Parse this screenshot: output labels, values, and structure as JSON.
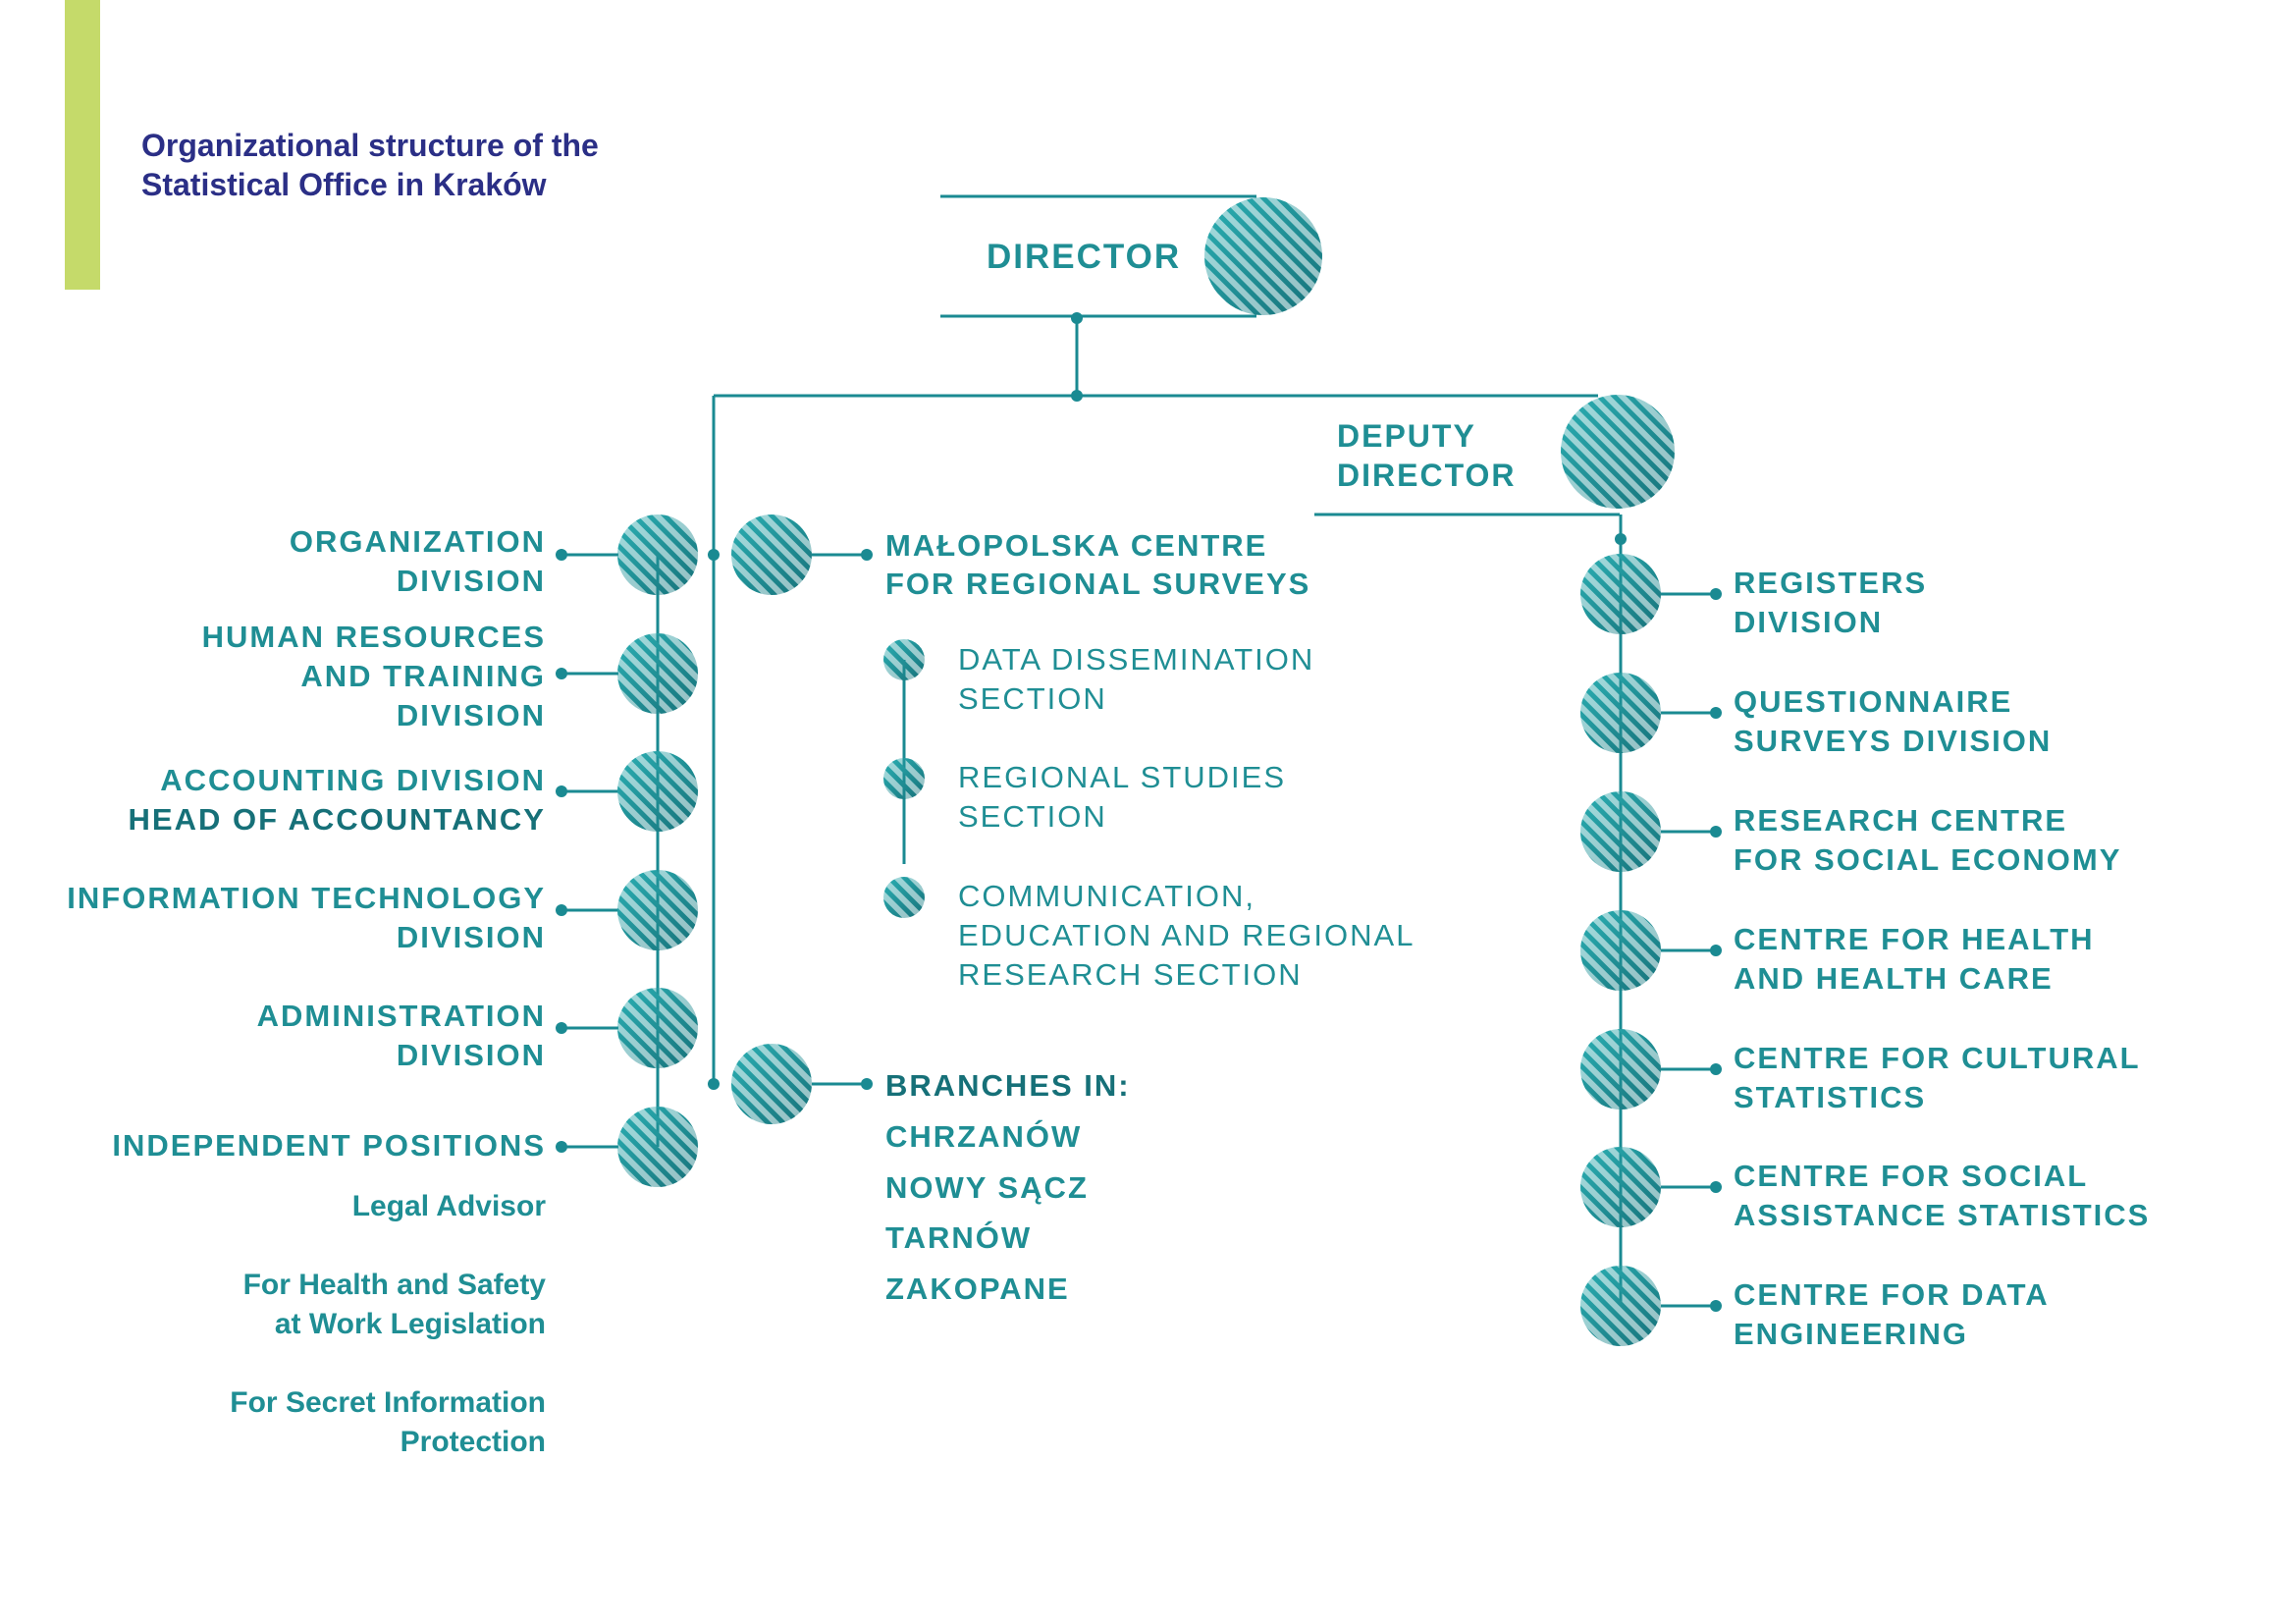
{
  "title": {
    "line1": "Organizational structure of the",
    "line2": "Statistical Office in Kraków"
  },
  "colors": {
    "accent_bar": "#c5da6a",
    "title": "#2b2f86",
    "line": "#1a8a92",
    "text": "#1f8e94",
    "circle_light": "#2bb0b4",
    "circle_dark": "#167078"
  },
  "director": {
    "label": "DIRECTOR"
  },
  "deputy": {
    "label": [
      "DEPUTY",
      "DIRECTOR"
    ]
  },
  "left_units": [
    {
      "lines": [
        "ORGANIZATION",
        "DIVISION"
      ],
      "bold_lines": []
    },
    {
      "lines": [
        "HUMAN RESOURCES",
        "AND TRAINING",
        "DIVISION"
      ],
      "bold_lines": []
    },
    {
      "lines": [
        "ACCOUNTING DIVISION",
        "HEAD OF ACCOUNTANCY"
      ],
      "bold_lines": [
        1
      ]
    },
    {
      "lines": [
        "INFORMATION TECHNOLOGY",
        "DIVISION"
      ],
      "bold_lines": []
    },
    {
      "lines": [
        "ADMINISTRATION",
        "DIVISION"
      ],
      "bold_lines": []
    },
    {
      "lines": [
        "INDEPENDENT POSITIONS"
      ],
      "bold_lines": []
    }
  ],
  "independent_positions": [
    [
      "Legal Advisor"
    ],
    [
      "For Health and  Safety",
      "at Work Legislation"
    ],
    [
      "For Secret Information",
      "Protection"
    ]
  ],
  "centre": {
    "lines": [
      "MAŁOPOLSKA CENTRE",
      "FOR REGIONAL SURVEYS"
    ],
    "sections": [
      [
        "DATA DISSEMINATION",
        "SECTION"
      ],
      [
        "REGIONAL STUDIES",
        "SECTION"
      ],
      [
        "COMMUNICATION,",
        "EDUCATION AND REGIONAL",
        "RESEARCH SECTION"
      ]
    ]
  },
  "branches": {
    "heading": "BRANCHES IN:",
    "items": [
      "CHRZANÓW",
      "NOWY SĄCZ",
      "TARNÓW",
      "ZAKOPANE"
    ]
  },
  "right_units": [
    [
      "REGISTERS",
      "DIVISION"
    ],
    [
      "QUESTIONNAIRE",
      "SURVEYS DIVISION"
    ],
    [
      "RESEARCH CENTRE",
      "FOR SOCIAL ECONOMY"
    ],
    [
      "CENTRE FOR HEALTH",
      "AND HEALTH CARE"
    ],
    [
      "CENTRE FOR CULTURAL",
      "STATISTICS"
    ],
    [
      "CENTRE FOR SOCIAL",
      "ASSISTANCE STATISTICS"
    ],
    [
      "CENTRE FOR DATA",
      "ENGINEERING"
    ]
  ]
}
